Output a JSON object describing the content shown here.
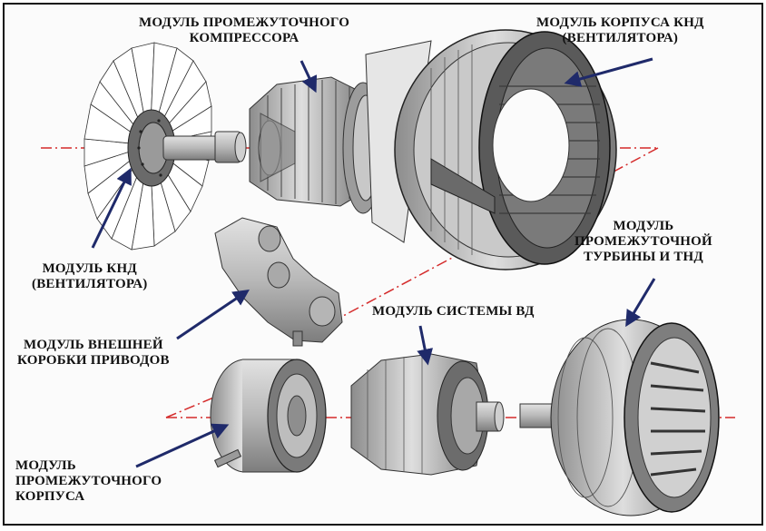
{
  "labels": {
    "intermediate_compressor": [
      "МОДУЛЬ ПРОМЕЖУТОЧНОГО",
      "КОМПРЕССОРА"
    ],
    "fan_case": [
      "МОДУЛЬ КОРПУСА КНД",
      "(ВЕНТИЛЯТОРА)"
    ],
    "lp_compressor": [
      "МОДУЛЬ КНД",
      "(ВЕНТИЛЯТОРА)"
    ],
    "intermediate_turbine": [
      "МОДУЛЬ",
      "ПРОМЕЖУТОЧНОЙ",
      "ТУРБИНЫ И ТНД"
    ],
    "hp_system": [
      "МОДУЛЬ СИСТЕМЫ ВД"
    ],
    "gearbox": [
      "МОДУЛЬ ВНЕШНЕЙ",
      "КОРОБКИ ПРИВОДОВ"
    ],
    "intermediate_case": [
      "МОДУЛЬ",
      "ПРОМЕЖУТОЧНОГО",
      "КОРПУСА"
    ]
  },
  "colors": {
    "axis_line": "#d42a2a",
    "arrow": "#1f2a6a",
    "metal_light": "#d4d4d4",
    "metal_mid": "#a9a9a9",
    "metal_dark": "#5f5f5f"
  }
}
